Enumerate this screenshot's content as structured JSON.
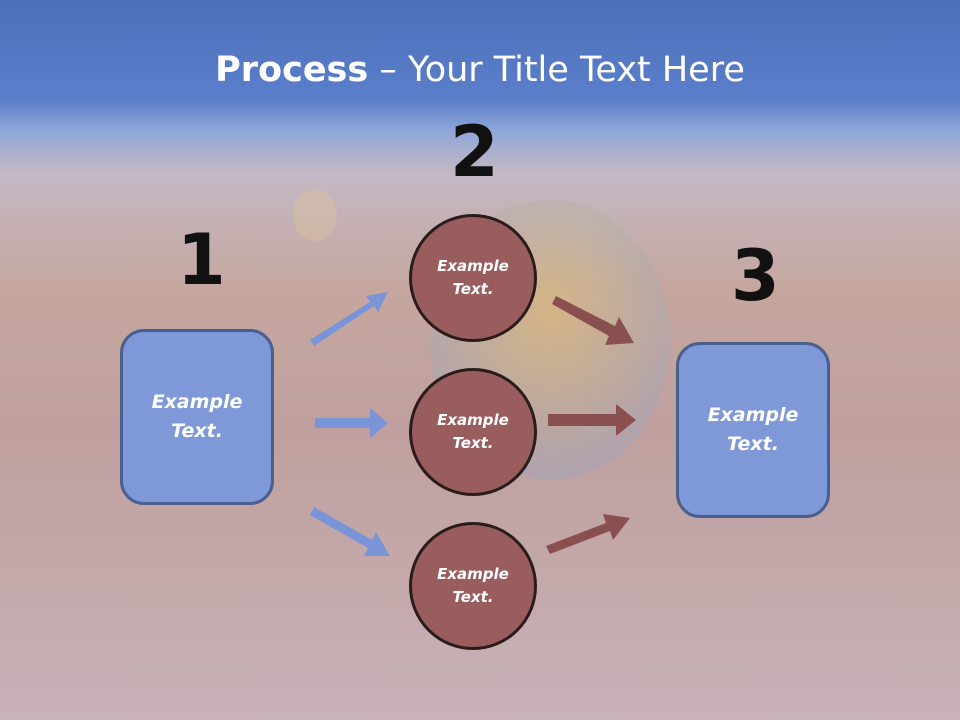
{
  "slide": {
    "title_bold": "Process",
    "title_rest": " – Your Title Text Here",
    "step_numbers": [
      "1",
      "2",
      "3"
    ],
    "left_box": "Example\nText.",
    "circles": [
      "Example\nText.",
      "Example\nText.",
      "Example\nText."
    ],
    "right_box": "Example\nText."
  },
  "colors": {
    "box_fill": "#7e98d8",
    "circle_fill": "#9a5d5d",
    "blue_arrow": "#7a94d8",
    "red_arrow": "#8a5050"
  }
}
